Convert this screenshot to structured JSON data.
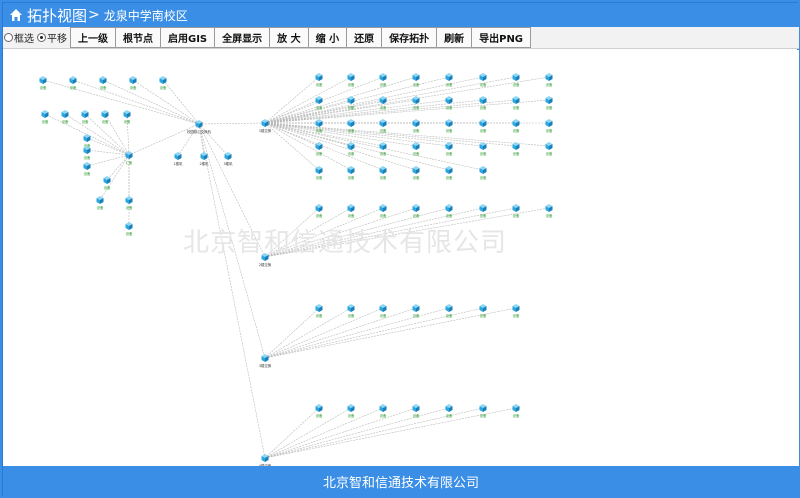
{
  "header": {
    "title": "拓扑视图",
    "separator": ">",
    "school": "龙泉中学南校区",
    "icon": "home-icon"
  },
  "toolbar": {
    "modes": [
      {
        "label": "框选",
        "selected": false
      },
      {
        "label": "平移",
        "selected": true
      }
    ],
    "buttons": [
      "上一级",
      "根节点",
      "启用GIS",
      "全屏显示",
      "放 大",
      "缩 小",
      "还原",
      "保存拓扑",
      "刷新",
      "导出PNG"
    ]
  },
  "topology": {
    "watermark": "北京智和信通技术有限公司",
    "colors": {
      "link": "#b9b9b9",
      "node": "#2aa7e0",
      "label": "#2e9b2e",
      "label_dark": "#333333"
    },
    "core_label": "校园核心交换机",
    "hub_labels": [
      "1楼交换",
      "2楼交换",
      "3楼交换",
      "4楼交换"
    ],
    "small_labels": [
      "1楼机",
      "2楼机",
      "3楼机"
    ]
  },
  "footer": {
    "company": "北京智和信通技术有限公司"
  }
}
